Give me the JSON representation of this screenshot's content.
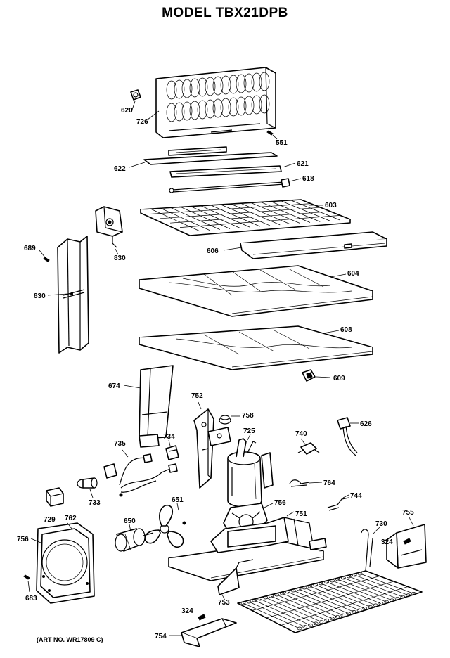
{
  "title": "MODEL TBX21DPB",
  "art_number": "(ART NO. WR17809 C)",
  "parts": [
    {
      "id": "p620",
      "label": "620",
      "icon": "clip-icon"
    },
    {
      "id": "p726",
      "label": "726",
      "icon": "evaporator-icon"
    },
    {
      "id": "p551",
      "label": "551",
      "icon": "screw-icon"
    },
    {
      "id": "p622",
      "label": "622",
      "icon": "cover-icon"
    },
    {
      "id": "p621",
      "label": "621",
      "icon": "bracket-icon"
    },
    {
      "id": "p618",
      "label": "618",
      "icon": "rod-icon"
    },
    {
      "id": "p603",
      "label": "603",
      "icon": "shelf-icon"
    },
    {
      "id": "p606",
      "label": "606",
      "icon": "trim-icon"
    },
    {
      "id": "p830a",
      "label": "830",
      "icon": "damper-icon"
    },
    {
      "id": "p689",
      "label": "689",
      "icon": "screw-icon"
    },
    {
      "id": "p830b",
      "label": "830",
      "icon": "duct-icon"
    },
    {
      "id": "p604",
      "label": "604",
      "icon": "pan-icon"
    },
    {
      "id": "p608",
      "label": "608",
      "icon": "pan-icon"
    },
    {
      "id": "p609",
      "label": "609",
      "icon": "plug-icon"
    },
    {
      "id": "p674",
      "label": "674",
      "icon": "panel-icon"
    },
    {
      "id": "p752",
      "label": "752",
      "icon": "bracket-icon"
    },
    {
      "id": "p758",
      "label": "758",
      "icon": "grommet-icon"
    },
    {
      "id": "p725",
      "label": "725",
      "icon": "compressor-icon"
    },
    {
      "id": "p740",
      "label": "740",
      "icon": "relay-icon"
    },
    {
      "id": "p626",
      "label": "626",
      "icon": "wire-connector-icon"
    },
    {
      "id": "p735",
      "label": "735",
      "icon": "wire-harness-icon"
    },
    {
      "id": "p734",
      "label": "734",
      "icon": "capacitor-icon"
    },
    {
      "id": "p733",
      "label": "733",
      "icon": "connector-icon"
    },
    {
      "id": "p764",
      "label": "764",
      "icon": "clip-icon"
    },
    {
      "id": "p744",
      "label": "744",
      "icon": "clip-icon"
    },
    {
      "id": "p729",
      "label": "729",
      "icon": "block-icon"
    },
    {
      "id": "p762",
      "label": "762",
      "icon": "shroud-icon"
    },
    {
      "id": "p651",
      "label": "651",
      "icon": "fan-blade-icon"
    },
    {
      "id": "p650",
      "label": "650",
      "icon": "motor-icon"
    },
    {
      "id": "p756a",
      "label": "756",
      "icon": "gasket-icon"
    },
    {
      "id": "p756b",
      "label": "756",
      "icon": "mount-icon"
    },
    {
      "id": "p751",
      "label": "751",
      "icon": "base-icon"
    },
    {
      "id": "p730",
      "label": "730",
      "icon": "condenser-icon"
    },
    {
      "id": "p755",
      "label": "755",
      "icon": "bracket-icon"
    },
    {
      "id": "p324a",
      "label": "324",
      "icon": "screw-icon"
    },
    {
      "id": "p683",
      "label": "683",
      "icon": "screw-icon"
    },
    {
      "id": "p753",
      "label": "753",
      "icon": "rail-icon"
    },
    {
      "id": "p324b",
      "label": "324",
      "icon": "screw-icon"
    },
    {
      "id": "p754",
      "label": "754",
      "icon": "bracket-icon"
    }
  ]
}
